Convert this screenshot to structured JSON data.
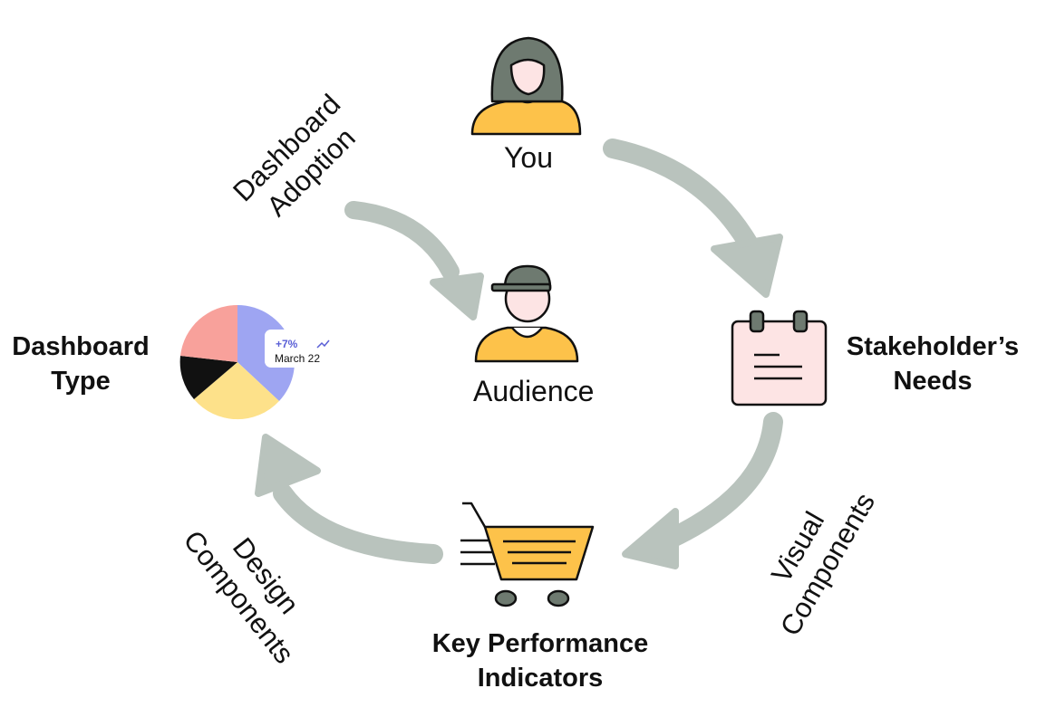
{
  "nodes": {
    "you": {
      "label": "You"
    },
    "audience": {
      "label": "Audience"
    },
    "stakeholder": {
      "line1": "Stakeholder’s",
      "line2": "Needs"
    },
    "kpi": {
      "line1": "Key Performance",
      "line2": "Indicators"
    },
    "dashboard_type": {
      "line1": "Dashboard",
      "line2": "Type"
    }
  },
  "edges": {
    "adoption": {
      "line1": "Dashboard",
      "line2": "Adoption"
    },
    "visual": {
      "line1": "Visual",
      "line2": "Components"
    },
    "design": {
      "line1": "Design",
      "line2": "Components"
    }
  },
  "pie_badge": {
    "value": "+7%",
    "date": "March 22"
  },
  "colors": {
    "arrow": "#b9c3bd",
    "figure_dark": "#6e7a70",
    "accent_yellow": "#fdc24a",
    "note_pink": "#fde4e4",
    "pie_blue": "#9ea5f2",
    "pie_yellow": "#fde18a",
    "pie_black": "#111111",
    "pie_pink": "#f8a19b",
    "badge_text": "#5a5fd6"
  }
}
